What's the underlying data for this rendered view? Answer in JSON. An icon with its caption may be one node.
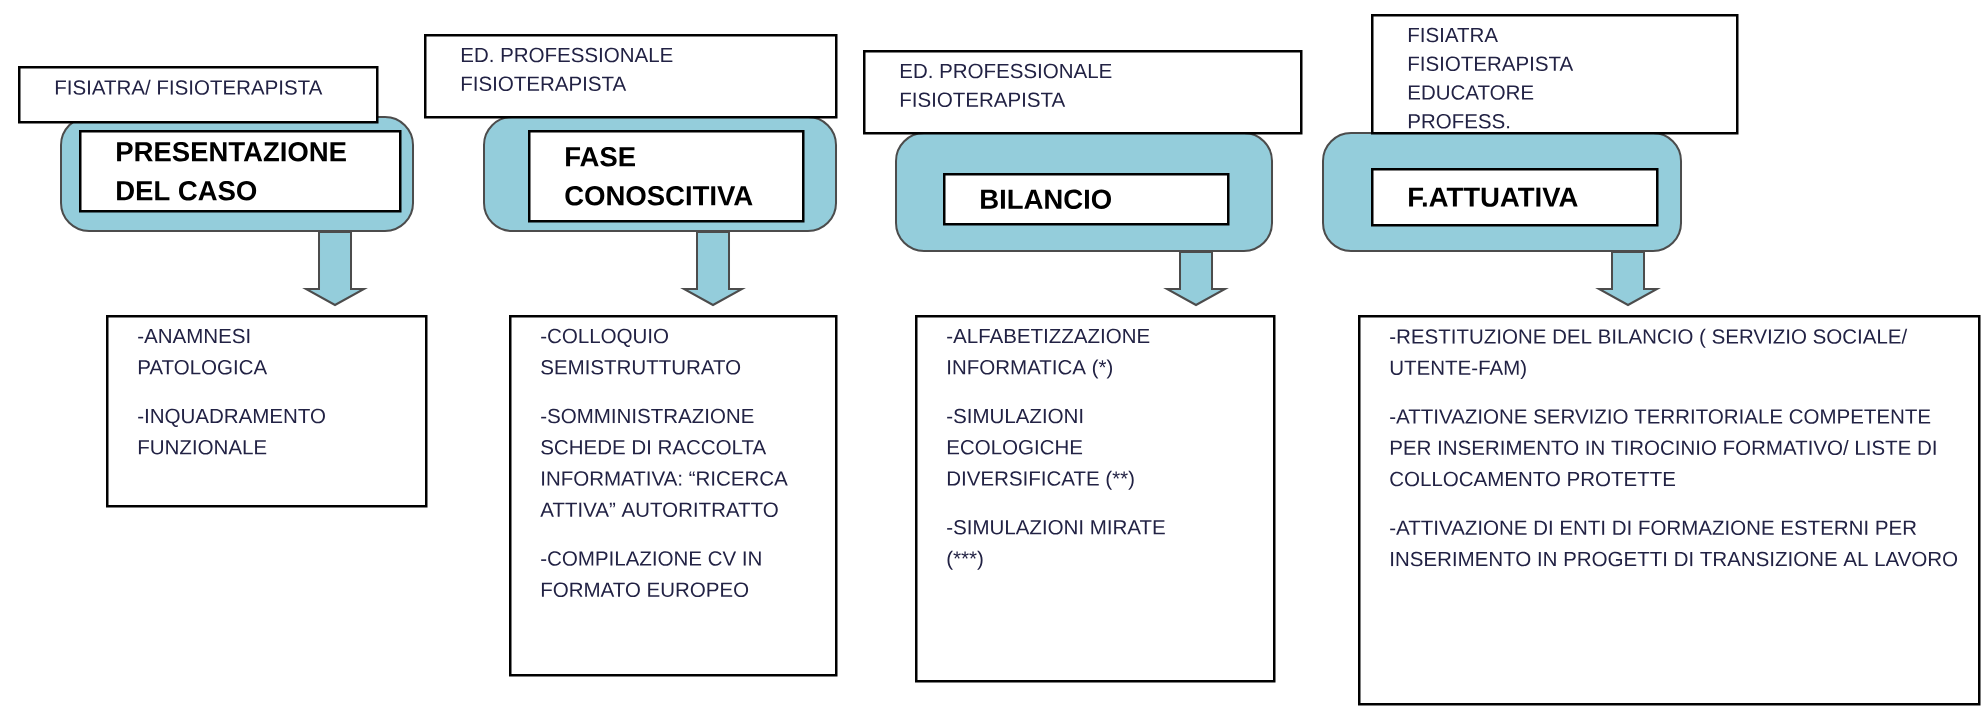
{
  "diagram": {
    "nodes": [
      {
        "text": [
          "FISIATRA/ FISIOTERAPISTA"
        ]
      },
      {
        "text": [],
        "shape": "box"
      },
      {
        "text": [
          "PRESENTAZIONE DEL CASO"
        ],
        "in": 1
      },
      {
        "text": [
          "-ANAMNESI PATOLOGICA",
          "-INQUADRAMENTO FUNZIONALE"
        ]
      },
      {
        "text": [
          "ED. PROFESSIONALE FISIOTERAPISTA"
        ]
      },
      {
        "text": [],
        "shape": "box"
      },
      {
        "text": [
          "FASE CONOSCITIVA"
        ],
        "in": 5
      },
      {
        "text": [
          "-COLLOQUIO SEMISTRUTTURATO",
          "-SOMMINISTRAZIONE SCHEDE DI RACCOLTA INFORMATIVA: “RICERCA ATTIVA” AUTORITRATTO",
          "-COMPILAZIONE CV IN FORMATO EUROPEO"
        ]
      },
      {
        "text": [
          "ED. PROFESSIONALE FISIOTERAPISTA"
        ]
      },
      {
        "text": [],
        "shape": "box"
      },
      {
        "text": [
          "BILANCIO"
        ],
        "in": 9
      },
      {
        "text": [
          "-ALFABETIZZAZIONE INFORMATICA (*)",
          "-SIMULAZIONI ECOLOGICHE DIVERSIFICATE (**)",
          "-SIMULAZIONI MIRATE (***)"
        ]
      },
      {
        "text": [
          "FISIATRA FISIOTERAPISTA EDUCATORE PROFESS."
        ]
      },
      {
        "text": [],
        "shape": "box"
      },
      {
        "text": [
          "F.ATTUATIVA"
        ],
        "in": 13
      },
      {
        "text": [
          "-RESTITUZIONE DEL BILANCIO ( SERVIZIO SOCIALE/ UTENTE-FAM)",
          "-ATTIVAZIONE SERVIZIO TERRITORIALE COMPETENTE PER INSERIMENTO IN TIROCINIO FORMATIVO/ LISTE DI COLLOCAMENTO PROTETTE",
          "-ATTIVAZIONE DI ENTI DI FORMAZIONE ESTERNI PER  INSERIMENTO IN PROGETTI  DI TRANSIZIONE AL LAVORO"
        ]
      }
    ],
    "edges": [
      {
        "from": 1,
        "to": 3,
        "arrow": "to"
      },
      {
        "from": 5,
        "to": 7,
        "arrow": "to"
      },
      {
        "from": 9,
        "to": 11,
        "arrow": "to"
      },
      {
        "from": 13,
        "to": 15,
        "arrow": "to"
      }
    ]
  }
}
